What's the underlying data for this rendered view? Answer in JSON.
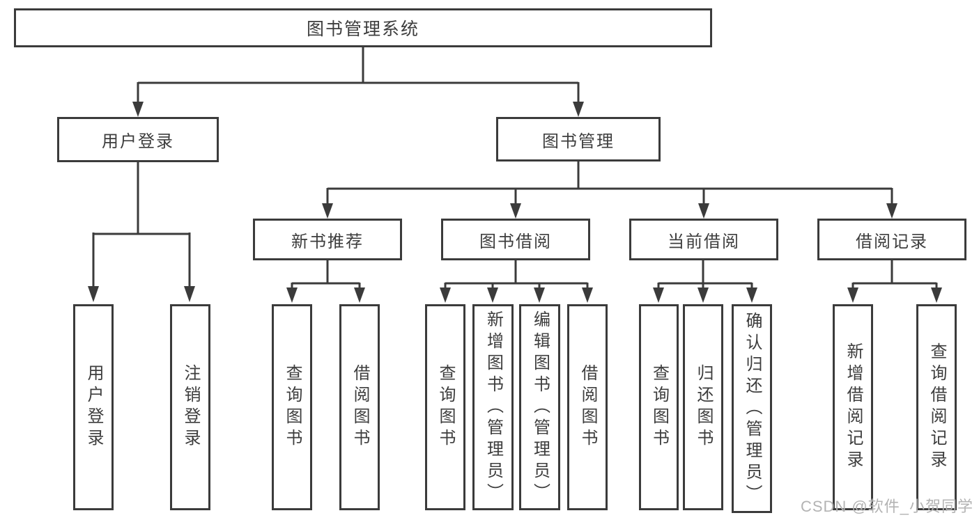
{
  "diagram": {
    "root": {
      "label": "图书管理系统"
    },
    "level2": [
      {
        "label": "用户登录"
      },
      {
        "label": "图书管理"
      }
    ],
    "level3": [
      {
        "label": "新书推荐",
        "parent": "图书管理"
      },
      {
        "label": "图书借阅",
        "parent": "图书管理"
      },
      {
        "label": "当前借阅",
        "parent": "图书管理"
      },
      {
        "label": "借阅记录",
        "parent": "图书管理"
      }
    ],
    "leaves": [
      {
        "label": "用户登录",
        "parent": "用户登录"
      },
      {
        "label": "注销登录",
        "parent": "用户登录"
      },
      {
        "label": "查询图书",
        "parent": "新书推荐"
      },
      {
        "label": "借阅图书",
        "parent": "新书推荐"
      },
      {
        "label": "查询图书",
        "parent": "图书借阅"
      },
      {
        "label": "新增图书（管理员）",
        "parent": "图书借阅"
      },
      {
        "label": "编辑图书（管理员）",
        "parent": "图书借阅"
      },
      {
        "label": "借阅图书",
        "parent": "图书借阅"
      },
      {
        "label": "查询图书",
        "parent": "当前借阅"
      },
      {
        "label": "归还图书",
        "parent": "当前借阅"
      },
      {
        "label": "确认归还（管理员）",
        "parent": "当前借阅"
      },
      {
        "label": "新增借阅记录",
        "parent": "借阅记录"
      },
      {
        "label": "查询借阅记录",
        "parent": "借阅记录"
      }
    ]
  },
  "watermark": {
    "text": "CSDN @软件_小贺同学"
  },
  "colors": {
    "line": "#3b3b3b",
    "text": "#3d3d3d",
    "watermark": "#b3b3b3",
    "background": "#ffffff"
  }
}
